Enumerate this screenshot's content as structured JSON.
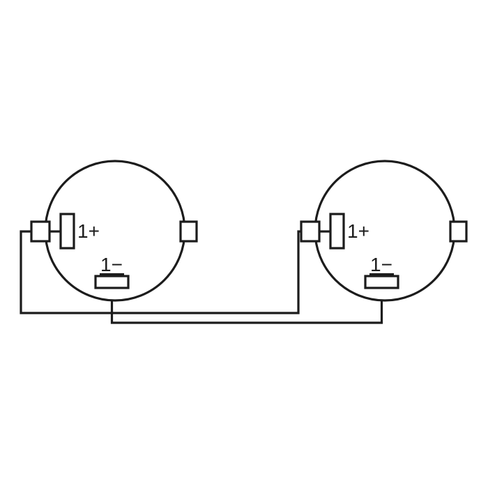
{
  "diagram": {
    "background_color": "#ffffff",
    "line_color": "#1c1c1c",
    "connectors": [
      {
        "side": "left",
        "pin_plus_label": "1+",
        "pin_minus_label": "1−"
      },
      {
        "side": "right",
        "pin_plus_label": "1+",
        "pin_minus_label": "1−"
      }
    ],
    "wires": [
      {
        "from": "left 1+",
        "to": "right 1+"
      },
      {
        "from": "left 1−",
        "to": "right 1−"
      }
    ]
  }
}
